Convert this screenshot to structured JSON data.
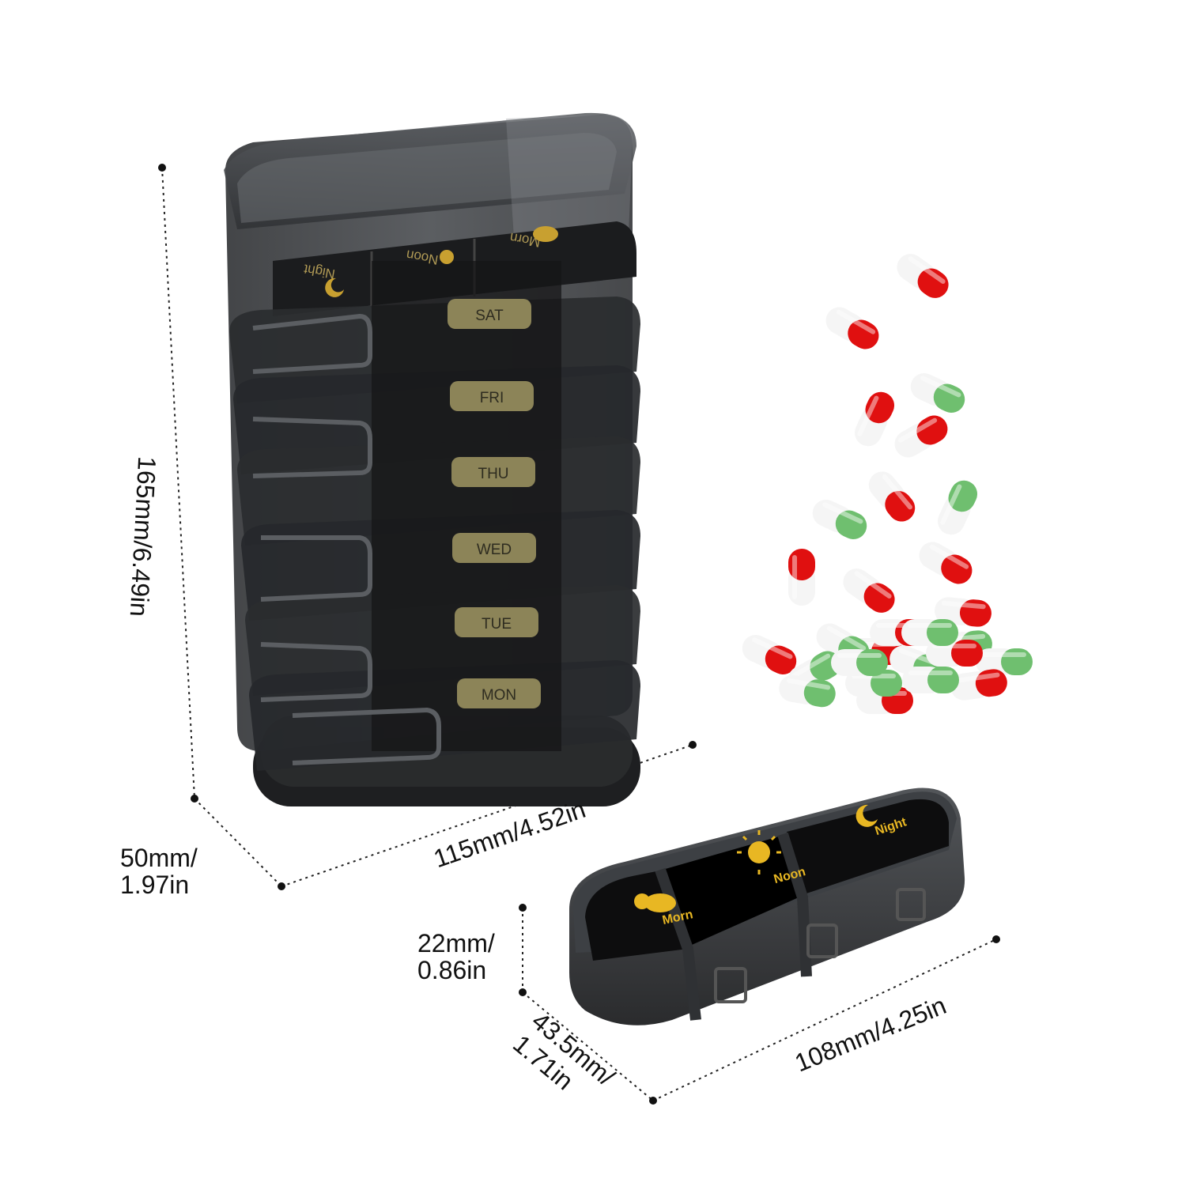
{
  "dimensions": {
    "height": "165mm/6.49in",
    "depth_line1": "50mm/",
    "depth_line2": "1.97in",
    "width": "115mm/4.52in",
    "single_height_line1": "22mm/",
    "single_height_line2": "0.86in",
    "single_depth_line1": "43.5mm/",
    "single_depth_line2": "1.71in",
    "single_width": "108mm/4.25in"
  },
  "organizer": {
    "days": [
      "SAT",
      "FRI",
      "THU",
      "WED",
      "TUE",
      "MON"
    ],
    "top_labels": [
      "Night",
      "Noon",
      "Morn"
    ]
  },
  "single_case": {
    "labels": [
      "Morn",
      "Noon",
      "Night"
    ]
  },
  "colors": {
    "case_shell": "#3b3e42",
    "case_dark": "#1c1d1f",
    "day_label_bg": "#8c8458",
    "day_label_text": "#2e2c20",
    "lid_label_text": "#e8b723",
    "pill_red": "#e01010",
    "pill_green": "#6fbf6f",
    "pill_white": "#f5f5f5"
  },
  "icons": [
    "moon-star-icon",
    "sun-icon",
    "sun-cloud-icon"
  ]
}
